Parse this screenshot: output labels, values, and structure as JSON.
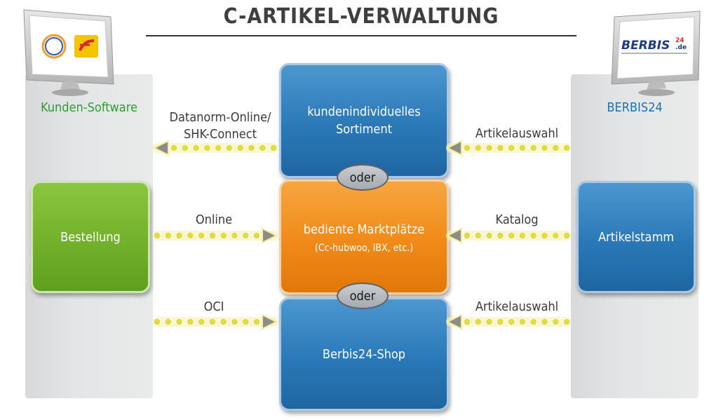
{
  "title": "C-ARTIKEL-VERWALTUNG",
  "left": {
    "title": "Kunden-Software",
    "box": "Bestellung",
    "logos": [
      "trade-badge-logo",
      "electro-e-logo"
    ]
  },
  "right": {
    "title": "BERBIS24",
    "box": "Artikelstamm",
    "logo_text": "BERBIS",
    "logo_sup": "24",
    "logo_sub": ".de"
  },
  "center": {
    "sortiment": [
      "kundenindividuelles",
      "Sortiment"
    ],
    "markt": {
      "main": "bediente Marktplätze",
      "sub": "(Cc-hubwoo, IBX, etc.)"
    },
    "shop": "Berbis24-Shop",
    "oder": [
      "oder",
      "oder"
    ]
  },
  "arrows": {
    "left": [
      {
        "label": [
          "Datanorm-Online/",
          "SHK-Connect"
        ],
        "direction": "left"
      },
      {
        "label": [
          "Online"
        ],
        "direction": "right"
      },
      {
        "label": [
          "OCI"
        ],
        "direction": "right"
      }
    ],
    "right": [
      {
        "label": [
          "Artikelauswahl"
        ],
        "direction": "left"
      },
      {
        "label": [
          "Katalog"
        ],
        "direction": "left"
      },
      {
        "label": [
          "Artikelauswahl"
        ],
        "direction": "left"
      }
    ]
  },
  "colors": {
    "blue": "#2a78b7",
    "orange": "#f08a18",
    "green": "#72b12b",
    "arrow_dot": "#e3de3c",
    "arrow_head": "#8c8c8c"
  }
}
